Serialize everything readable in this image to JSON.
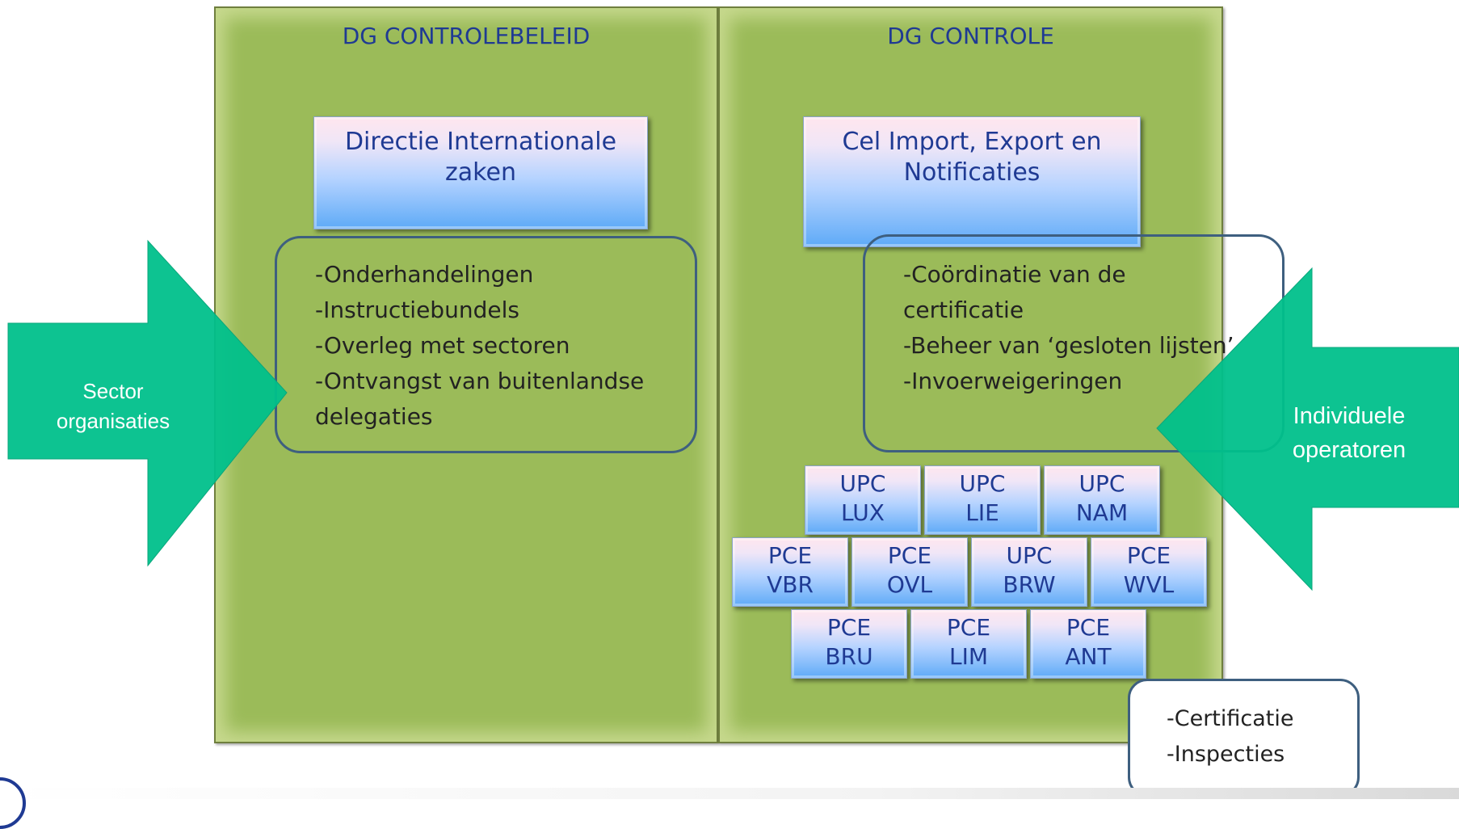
{
  "panels": {
    "left_title": "DG CONTROLEBELEID",
    "right_title": "DG CONTROLE"
  },
  "left_unit": {
    "line1": "Directie Internationale",
    "line2": "zaken"
  },
  "left_tasks": [
    "-Onderhandelingen",
    "-Instructiebundels",
    "-Overleg met sectoren",
    "-Ontvangst van buitenlandse",
    "delegaties"
  ],
  "right_unit": {
    "line1": "Cel Import, Export en",
    "line2": "Notificaties"
  },
  "right_tasks": [
    "-Coördinatie van de",
    "certificatie",
    "-Beheer van ‘gesloten lijsten’",
    "-Invoerweigeringen"
  ],
  "local_units": [
    {
      "line1": "UPC",
      "line2": "LUX"
    },
    {
      "line1": "UPC",
      "line2": "LIE"
    },
    {
      "line1": "UPC",
      "line2": "NAM"
    },
    {
      "line1": "PCE",
      "line2": "VBR"
    },
    {
      "line1": "PCE",
      "line2": "OVL"
    },
    {
      "line1": "UPC",
      "line2": "BRW"
    },
    {
      "line1": "PCE",
      "line2": "WVL"
    },
    {
      "line1": "PCE",
      "line2": "BRU"
    },
    {
      "line1": "PCE",
      "line2": "LIM"
    },
    {
      "line1": "PCE",
      "line2": "ANT"
    }
  ],
  "local_tasks": [
    "-Certificatie",
    "-Inspecties"
  ],
  "arrows": {
    "left_line1": "Sector",
    "left_line2": "organisaties",
    "right_line1": "Individuele",
    "right_line2": "operatoren"
  },
  "colors": {
    "panel_green": "#9bbb59",
    "arrow_green": "#00c08b",
    "title_blue": "#1f3a93",
    "outline_blue": "#3e5f7f"
  }
}
